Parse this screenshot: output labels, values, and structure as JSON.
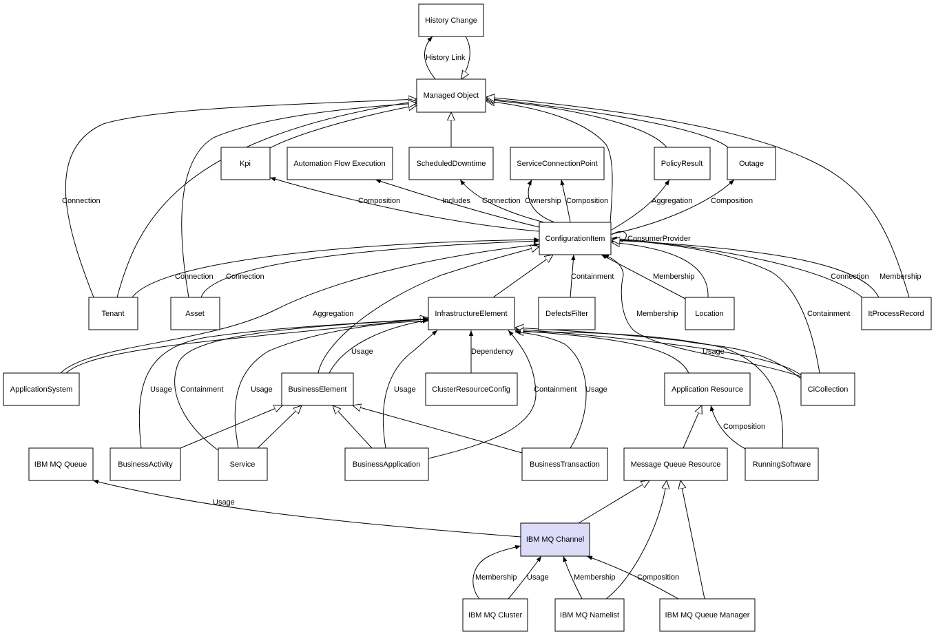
{
  "nodes": [
    {
      "id": "history_change",
      "label": "History Change"
    },
    {
      "id": "managed_object",
      "label": "Managed Object"
    },
    {
      "id": "kpi",
      "label": "Kpi"
    },
    {
      "id": "automation_flow_execution",
      "label": "Automation Flow Execution"
    },
    {
      "id": "scheduled_downtime",
      "label": "ScheduledDowntime"
    },
    {
      "id": "service_connection_point",
      "label": "ServiceConnectionPoint"
    },
    {
      "id": "policy_result",
      "label": "PolicyResult"
    },
    {
      "id": "outage",
      "label": "Outage"
    },
    {
      "id": "configuration_item",
      "label": "ConfigurationItem"
    },
    {
      "id": "tenant",
      "label": "Tenant"
    },
    {
      "id": "asset",
      "label": "Asset"
    },
    {
      "id": "infrastructure_element",
      "label": "InfrastructureElement"
    },
    {
      "id": "defects_filter",
      "label": "DefectsFilter"
    },
    {
      "id": "location",
      "label": "Location"
    },
    {
      "id": "it_process_record",
      "label": "ItProcessRecord"
    },
    {
      "id": "application_system",
      "label": "ApplicationSystem"
    },
    {
      "id": "business_element",
      "label": "BusinessElement"
    },
    {
      "id": "cluster_resource_config",
      "label": "ClusterResourceConfig"
    },
    {
      "id": "application_resource",
      "label": "Application Resource"
    },
    {
      "id": "ci_collection",
      "label": "CiCollection"
    },
    {
      "id": "ibm_mq_queue",
      "label": "IBM MQ Queue"
    },
    {
      "id": "business_activity",
      "label": "BusinessActivity"
    },
    {
      "id": "service",
      "label": "Service"
    },
    {
      "id": "business_application",
      "label": "BusinessApplication"
    },
    {
      "id": "business_transaction",
      "label": "BusinessTransaction"
    },
    {
      "id": "message_queue_resource",
      "label": "Message Queue Resource"
    },
    {
      "id": "running_software",
      "label": "RunningSoftware"
    },
    {
      "id": "ibm_mq_channel",
      "label": "IBM MQ Channel"
    },
    {
      "id": "ibm_mq_cluster",
      "label": "IBM MQ Cluster"
    },
    {
      "id": "ibm_mq_namelist",
      "label": "IBM MQ Namelist"
    },
    {
      "id": "ibm_mq_queue_manager",
      "label": "IBM MQ Queue Manager"
    }
  ],
  "edges": [
    {
      "id": "hist_link",
      "label": "History Link"
    },
    {
      "id": "kpi_comp",
      "label": "Composition"
    },
    {
      "id": "afe_includes",
      "label": "Includes"
    },
    {
      "id": "sd_conn",
      "label": "Connection"
    },
    {
      "id": "scp_own",
      "label": "Ownership"
    },
    {
      "id": "scp_comp",
      "label": "Composition"
    },
    {
      "id": "pr_aggr",
      "label": "Aggregation"
    },
    {
      "id": "out_comp",
      "label": "Composition"
    },
    {
      "id": "ci_self",
      "label": "ConsumerProvider"
    },
    {
      "id": "tenant_mo_conn",
      "label": "Connection"
    },
    {
      "id": "tenant_ci_conn",
      "label": "Connection"
    },
    {
      "id": "asset_ci_conn",
      "label": "Connection"
    },
    {
      "id": "appsys_aggr",
      "label": "Aggregation"
    },
    {
      "id": "df_cont",
      "label": "Containment"
    },
    {
      "id": "loc_memb",
      "label": "Membership"
    },
    {
      "id": "cic_memb",
      "label": "Membership"
    },
    {
      "id": "cic_cont",
      "label": "Containment"
    },
    {
      "id": "itpr_conn",
      "label": "Connection"
    },
    {
      "id": "itpr_memb",
      "label": "Membership"
    },
    {
      "id": "be_usage",
      "label": "Usage"
    },
    {
      "id": "crc_dep",
      "label": "Dependency"
    },
    {
      "id": "cic_usage",
      "label": "Usage"
    },
    {
      "id": "ba_usage",
      "label": "Usage"
    },
    {
      "id": "svc_cont",
      "label": "Containment"
    },
    {
      "id": "svc_usage",
      "label": "Usage"
    },
    {
      "id": "bapp_usage",
      "label": "Usage"
    },
    {
      "id": "bapp_cont",
      "label": "Containment"
    },
    {
      "id": "bt_usage",
      "label": "Usage"
    },
    {
      "id": "rs_comp",
      "label": "Composition"
    },
    {
      "id": "mqchan_queue_usage",
      "label": "Usage"
    },
    {
      "id": "mqcl_memb",
      "label": "Membership"
    },
    {
      "id": "mqcl_usage",
      "label": "Usage"
    },
    {
      "id": "mqnl_memb",
      "label": "Membership"
    },
    {
      "id": "mqqm_comp",
      "label": "Composition"
    }
  ],
  "colors": {
    "node_fill": "#ffffff",
    "highlight_fill": "#dcdcf8",
    "stroke": "#000000"
  }
}
